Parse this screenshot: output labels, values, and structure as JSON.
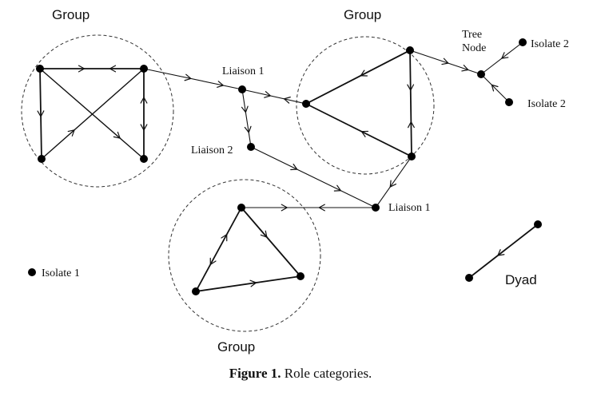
{
  "labels": {
    "group_top_left": "Group",
    "group_top_right": "Group",
    "group_bottom": "Group",
    "liaison_1_top": "Liaison 1",
    "liaison_2": "Liaison 2",
    "liaison_1_bottom": "Liaison 1",
    "tree_node_line1": "Tree",
    "tree_node_line2": "Node",
    "isolate_2_top": "Isolate 2",
    "isolate_2_bottom": "Isolate 2",
    "isolate_1": "Isolate 1",
    "dyad": "Dyad"
  },
  "caption": {
    "prefix": "Figure 1.",
    "text": "Role categories."
  }
}
